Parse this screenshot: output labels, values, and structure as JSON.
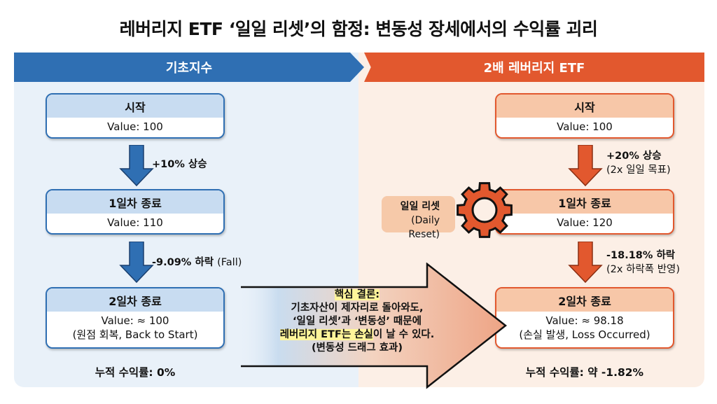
{
  "title": "레버리지 ETF ‘일일 리셋’의 함정: 변동성 장세에서의 수익률 괴리",
  "left": {
    "header": "기초지수",
    "boxes": [
      {
        "title": "시작",
        "value": "Value: 100"
      },
      {
        "title": "1일차 종료",
        "value": "Value: 110"
      },
      {
        "title": "2일차 종료",
        "value": "Value: ≈ 100",
        "note": "(원점 회복, Back to Start)"
      }
    ],
    "step1": {
      "label": "+10% 상승"
    },
    "step2": {
      "label": "-9.09% 하락",
      "sub": "(Fall)"
    },
    "cumulative": "누적 수익률: 0%",
    "color": "#2f6fb3"
  },
  "right": {
    "header": "2배 레버리지 ETF",
    "boxes": [
      {
        "title": "시작",
        "value": "Value: 100"
      },
      {
        "title": "1일차 종료",
        "value": "Value: 120"
      },
      {
        "title": "2일차 종료",
        "value": "Value: ≈ 98.18",
        "note": "(손실 발생, Loss Occurred)"
      }
    ],
    "step1": {
      "label": "+20% 상승",
      "sub": "(2x 일일 목표)"
    },
    "step2": {
      "label": "-18.18% 하락",
      "sub": "(2x 하락폭 반영)"
    },
    "reset": {
      "label": "일일 리셋",
      "sub": "(Daily Reset)",
      "icon": "gear-icon"
    },
    "cumulative": "누적 수익률: 약 -1.82%",
    "color": "#e2582e"
  },
  "conclusion": {
    "head": "핵심 결론:",
    "line1": "기초자산이 제자리로 돌아와도,",
    "line2": "‘일일 리셋’과 ‘변동성’ 때문에",
    "line3_hl": "레버리지 ETF는 손실",
    "line3_rest": "이 날 수 있다.",
    "line4": "(변동성 드래그 효과)"
  }
}
